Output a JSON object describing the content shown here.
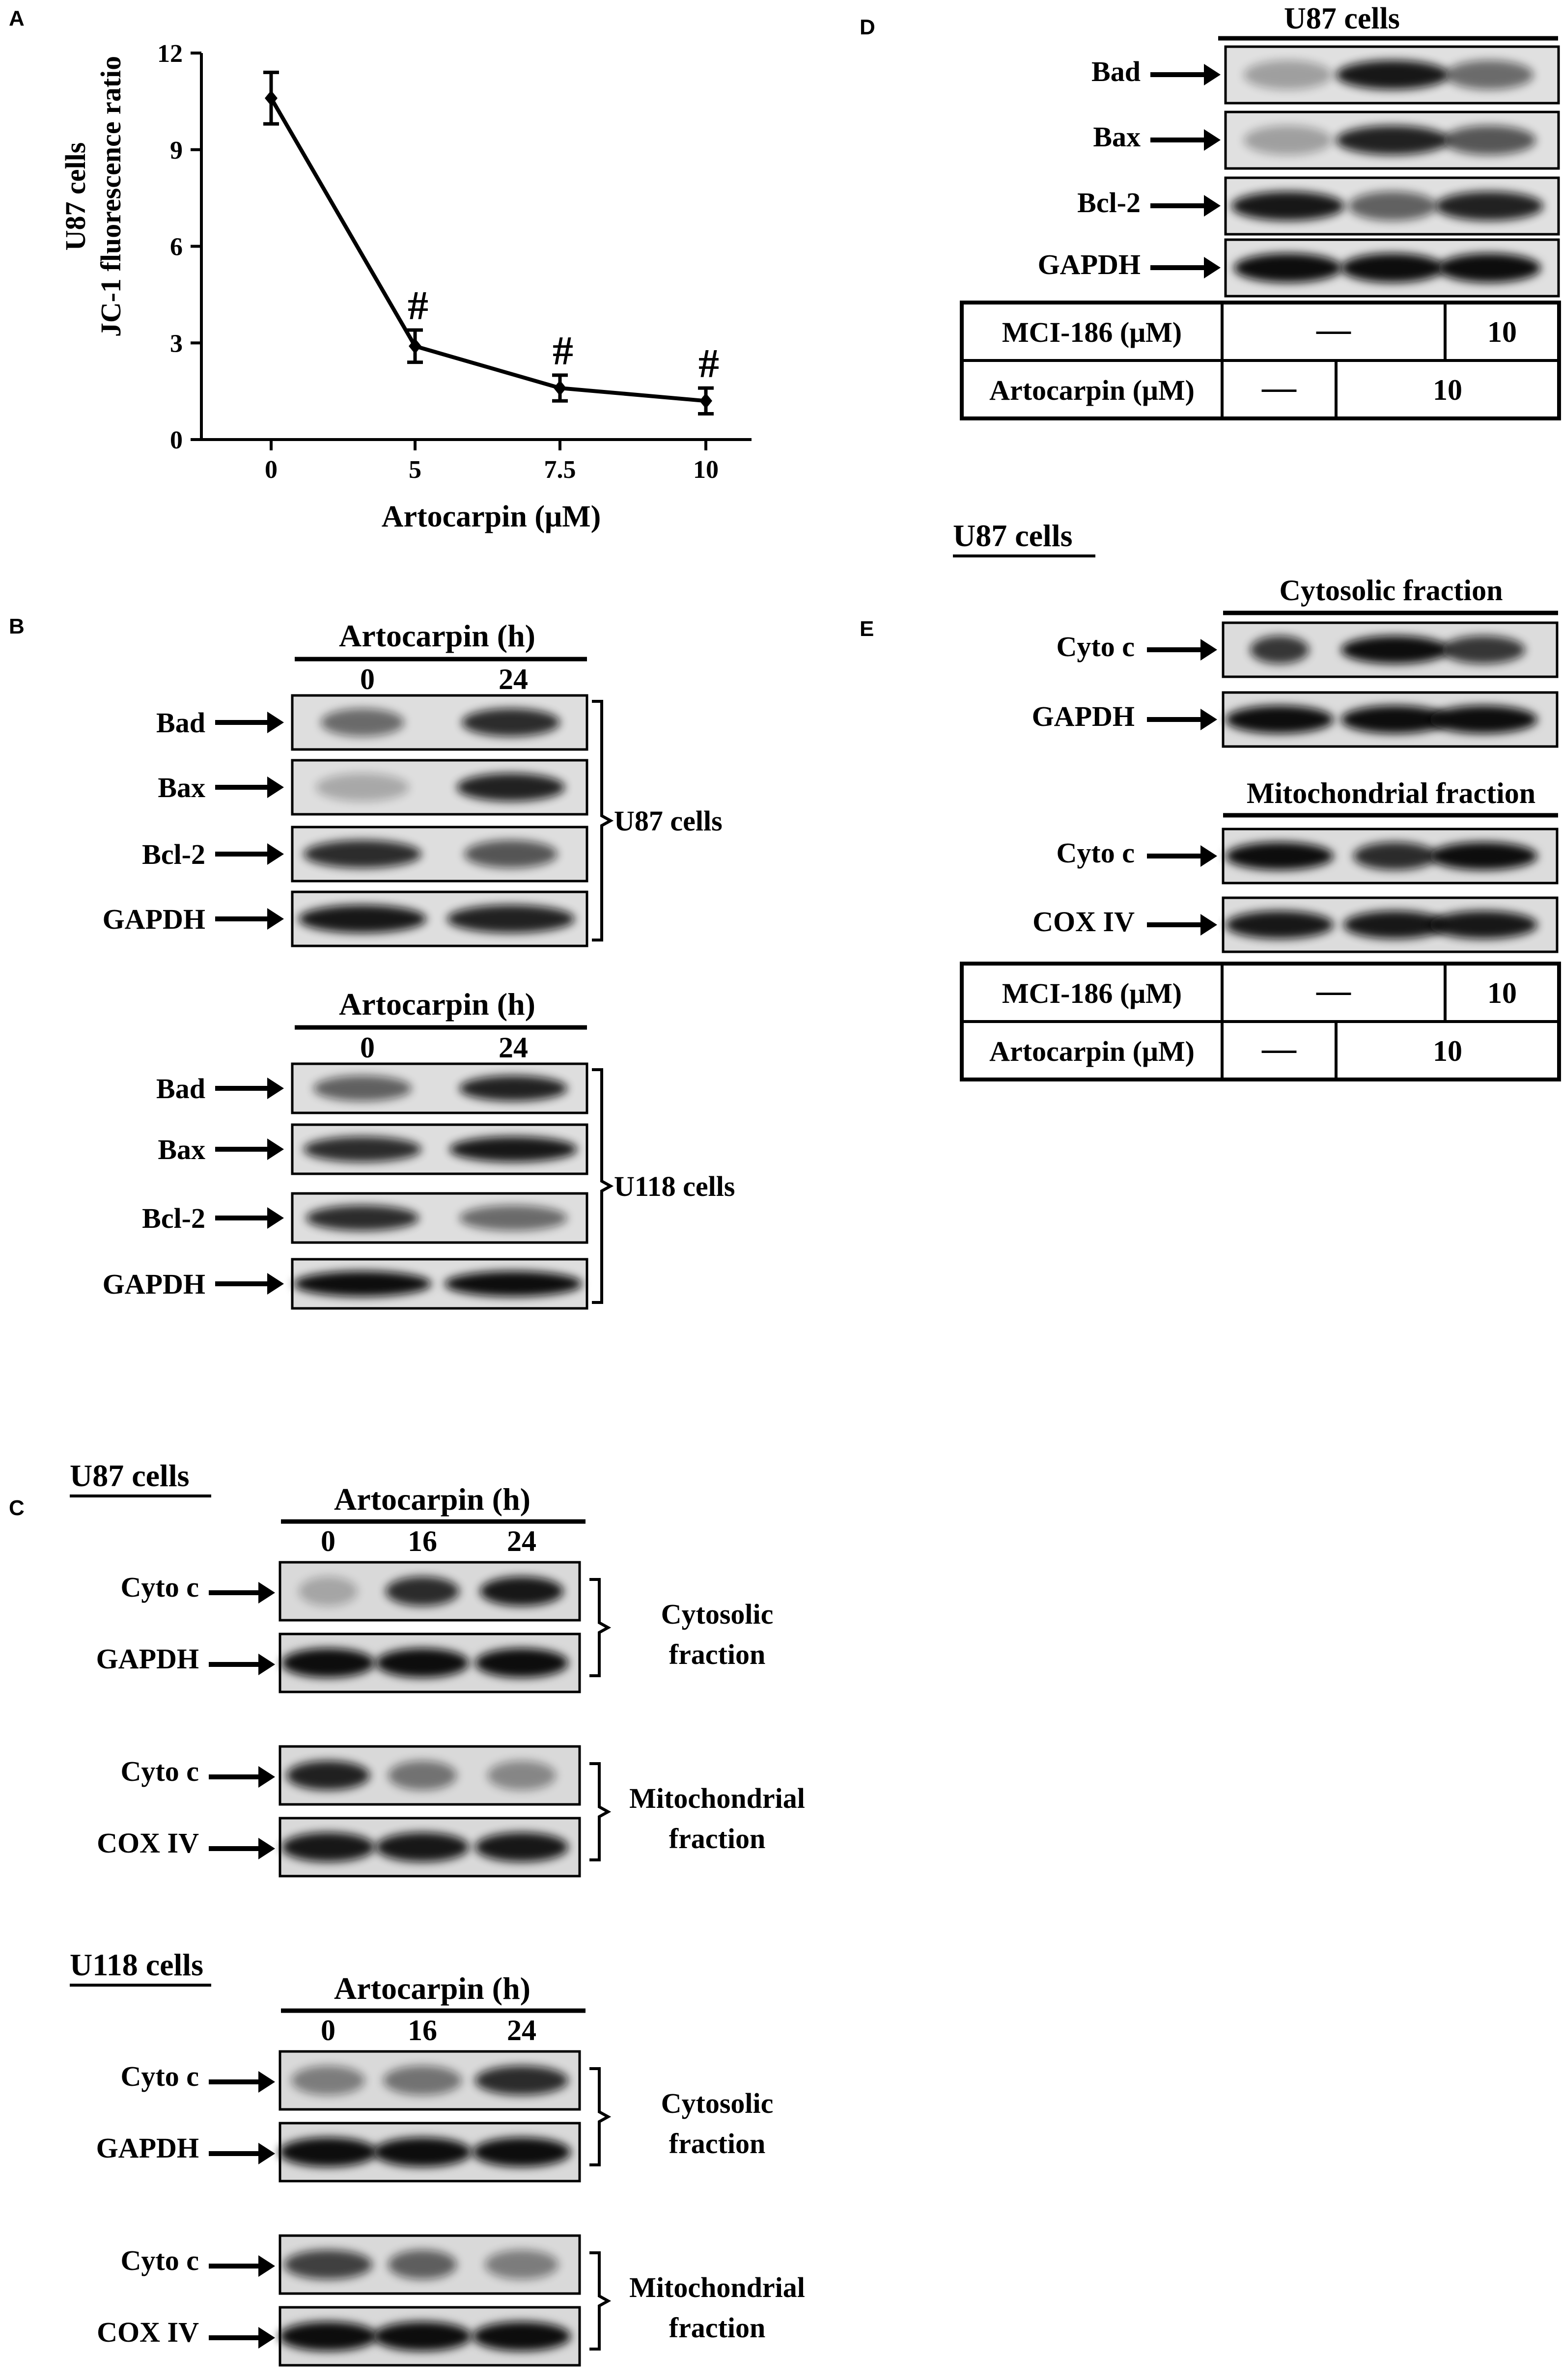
{
  "panels": {
    "A": {
      "letter": "A",
      "chart_data": {
        "type": "line",
        "x": [
          0,
          5,
          7.5,
          10
        ],
        "categories": [
          "0",
          "5",
          "7.5",
          "10"
        ],
        "values": [
          10.6,
          2.9,
          1.6,
          1.2
        ],
        "errors": [
          0.8,
          0.5,
          0.4,
          0.4
        ],
        "significance": [
          "",
          "#",
          "#",
          "#"
        ],
        "ylabel_line1": "U87 cells",
        "ylabel_line2": "JC-1 fluorescence ratio",
        "xlabel": "Artocarpin (μM)",
        "ylim": [
          0,
          12
        ],
        "yticks": [
          "0",
          "3",
          "6",
          "9",
          "12"
        ],
        "grid": false
      }
    },
    "B": {
      "letter": "B",
      "blots": [
        {
          "header": "Artocarpin (h)",
          "lanes": [
            "0",
            "24"
          ],
          "rows": [
            "Bad",
            "Bax",
            "Bcl-2",
            "GAPDH"
          ],
          "group": "U87 cells"
        },
        {
          "header": "Artocarpin (h)",
          "lanes": [
            "0",
            "24"
          ],
          "rows": [
            "Bad",
            "Bax",
            "Bcl-2",
            "GAPDH"
          ],
          "group": "U118 cells"
        }
      ]
    },
    "C": {
      "letter": "C",
      "sections": [
        {
          "cell": "U87 cells",
          "header": "Artocarpin (h)",
          "lanes": [
            "0",
            "16",
            "24"
          ],
          "cyto": {
            "rows": [
              "Cyto c",
              "GAPDH"
            ],
            "label1": "Cytosolic",
            "label2": "fraction"
          },
          "mito": {
            "rows": [
              "Cyto c",
              "COX IV"
            ],
            "label1": "Mitochondrial",
            "label2": "fraction"
          }
        },
        {
          "cell": "U118 cells",
          "header": "Artocarpin (h)",
          "lanes": [
            "0",
            "16",
            "24"
          ],
          "cyto": {
            "rows": [
              "Cyto c",
              "GAPDH"
            ],
            "label1": "Cytosolic",
            "label2": "fraction"
          },
          "mito": {
            "rows": [
              "Cyto c",
              "COX IV"
            ],
            "label1": "Mitochondrial",
            "label2": "fraction"
          }
        }
      ]
    },
    "D": {
      "letter": "D",
      "header": "U87 cells",
      "rows": [
        "Bad",
        "Bax",
        "Bcl-2",
        "GAPDH"
      ],
      "table": {
        "mci_label": "MCI-186 (μM)",
        "mci_neg": "—",
        "mci_pos": "10",
        "arto_label": "Artocarpin (μM)",
        "arto_neg": "—",
        "arto_pos": "10"
      }
    },
    "E": {
      "letter": "E",
      "cell": "U87 cells",
      "cyto_header": "Cytosolic fraction",
      "cyto_rows": [
        "Cyto c",
        "GAPDH"
      ],
      "mito_header": "Mitochondrial fraction",
      "mito_rows": [
        "Cyto c",
        "COX IV"
      ],
      "table": {
        "mci_label": "MCI-186 (μM)",
        "mci_neg": "—",
        "mci_pos": "10",
        "arto_label": "Artocarpin (μM)",
        "arto_neg": "—",
        "arto_pos": "10"
      }
    }
  }
}
